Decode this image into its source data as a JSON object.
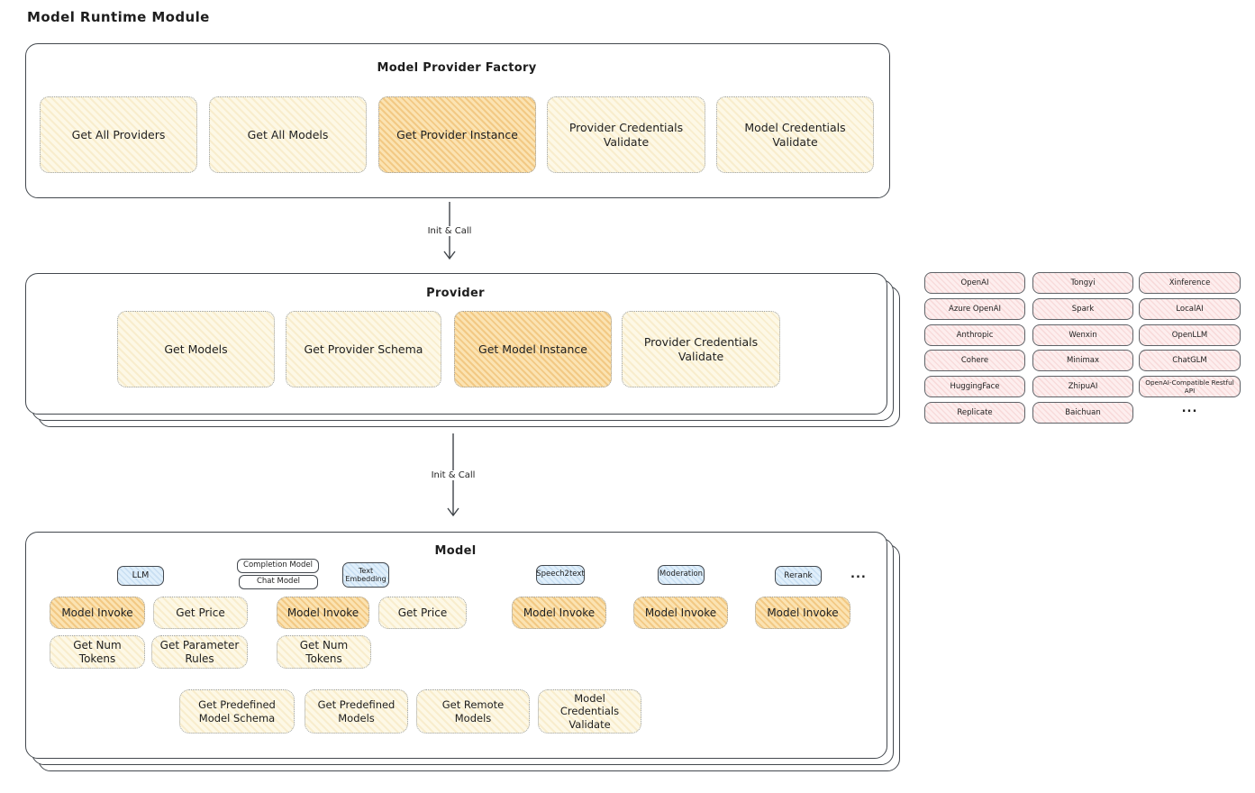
{
  "title": "Model Runtime Module",
  "arrow_label": "Init & Call",
  "factory": {
    "title": "Model Provider Factory",
    "buttons": [
      "Get All Providers",
      "Get All Models",
      "Get Provider Instance",
      "Provider Credentials Validate",
      "Model Credentials Validate"
    ]
  },
  "provider": {
    "title": "Provider",
    "buttons": [
      "Get Models",
      "Get Provider Schema",
      "Get Model Instance",
      "Provider Credentials Validate"
    ]
  },
  "providers_list": {
    "items": [
      "OpenAI",
      "Tongyi",
      "Xinference",
      "Azure OpenAI",
      "Spark",
      "LocalAI",
      "Anthropic",
      "Wenxin",
      "OpenLLM",
      "Cohere",
      "Minimax",
      "ChatGLM",
      "HuggingFace",
      "ZhipuAI",
      "OpenAI-Compatible Restful API",
      "Replicate",
      "Baichuan"
    ],
    "more": "..."
  },
  "model": {
    "title": "Model",
    "tags": {
      "llm": "LLM",
      "completion": "Completion Model",
      "chat": "Chat Model",
      "text_embedding": "Text Embedding",
      "speech2text": "Speech2text",
      "moderation": "Moderation",
      "rerank": "Rerank",
      "more": "..."
    },
    "buttons": {
      "model_invoke": "Model Invoke",
      "get_price": "Get Price",
      "get_num_tokens": "Get Num Tokens",
      "get_parameter_rules": "Get Parameter Rules",
      "get_predefined_model_schema": "Get Predefined Model Schema",
      "get_predefined_models": "Get Predefined Models",
      "get_remote_models": "Get Remote Models",
      "model_credentials_validate": "Model Credentials Validate"
    }
  },
  "colors": {
    "node_yellow": "#fdf8e6",
    "node_highlight": "#fbe3b2",
    "pill_pink": "#fdeeee",
    "tag_blue": "#e0effb",
    "stroke": "#43484e",
    "dotted_border": "#9aa0a6"
  }
}
